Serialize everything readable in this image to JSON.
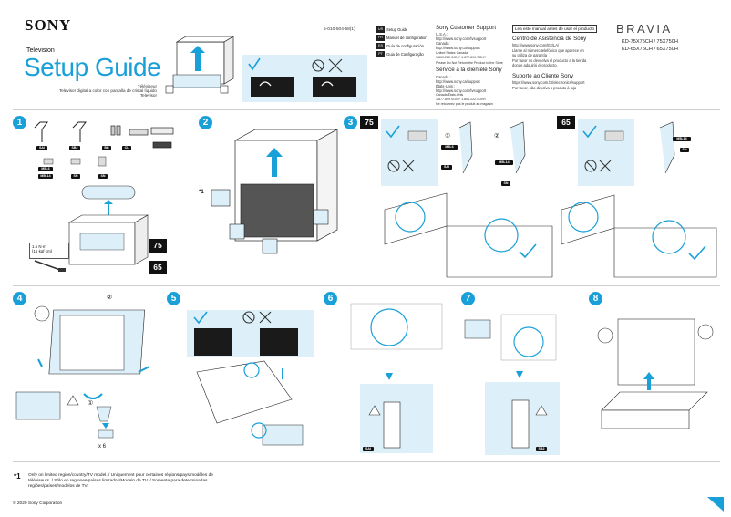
{
  "header": {
    "brand": "SONY",
    "product_type": "Television",
    "title": "Setup Guide",
    "subtitle_lines": [
      "Téléviseur",
      "Televisor digital a color con pantalla de cristal líquido",
      "Televisor"
    ],
    "part_number": "5-010-504-58(1)",
    "series": "BRAVIA",
    "models": [
      "KD-75X75CH / 75X750H",
      "KD-65X75CH / 65X750H"
    ]
  },
  "languages": [
    {
      "code": "US",
      "label": "Setup Guide"
    },
    {
      "code": "FR",
      "label": "Manuel de configuration"
    },
    {
      "code": "ES",
      "label": "Guía de configuración"
    },
    {
      "code": "PT",
      "label": "Guia de Configuração"
    }
  ],
  "support": {
    "us_title": "Sony Customer Support",
    "us_lines": [
      "U.S.A.:",
      "http://www.sony.com/tvsupport",
      "Canada:",
      "http://www.sony.ca/support"
    ],
    "phone_row": [
      "United States   Canada",
      "1.800.222.SONY      1.877.899.SONY"
    ],
    "return_note": "Please Do Not Return the Product to the Store",
    "fr_title": "Service à la clientèle Sony",
    "fr_lines": [
      "Canada :",
      "http://www.sony.ca/support",
      "États-Unis :",
      "http://www.sony.com/tvsupport",
      "Canada                 États-Unis",
      "1.877.899.SONY        1.800.222.SONY",
      "Ne retournez pas le produit au magasin"
    ],
    "es_box": "Lea este manual antes de usar el producto",
    "es_title": "Centro de Asistencia de Sony",
    "es_lines": [
      "http://www.sony.com/ES/LA/",
      "Llame al número telefónico que aparece en",
      "su póliza de garantía",
      "Por favor no devuelva el producto a la tienda",
      "donde adquirió el producto."
    ],
    "pt_title": "Suporte ao Cliente Sony",
    "pt_lines": [
      "https://www.sony.com.br/electronics/support",
      "Por favor, não devolva o produto à loja"
    ]
  },
  "steps": [
    "1",
    "2",
    "3",
    "4",
    "5",
    "6",
    "7",
    "8"
  ],
  "step1": {
    "part_tags": [
      "SAI",
      "SB2",
      "BB",
      "CL",
      "M5L6",
      "M5L14",
      "SN",
      "SN"
    ],
    "screw_note": "1.5 N·m\n{15 kgf·cm}",
    "sizes": [
      "75",
      "65"
    ]
  },
  "step2": {
    "note_mark": "*1"
  },
  "step3": {
    "sizes": [
      "75",
      "65"
    ],
    "tags": [
      "M5L6",
      "SAI",
      "M5L14",
      "SN",
      "M5L14",
      "SN"
    ],
    "labels": [
      "①",
      "②"
    ]
  },
  "step4": {
    "count_label": "x 6",
    "labels": [
      "①",
      "②"
    ]
  },
  "step6": {
    "tag": "SAI"
  },
  "step7": {
    "tag": "SB2"
  },
  "footnote": {
    "mark": "*1",
    "text_lines": [
      "Only on limited region/country/TV model. / Uniquement pour certaines régions/pays/modèles de",
      "téléviseurs. / Sólo en regiones/países limitados/Modelo de TV. / Somente para determinadas",
      "regiões/países/modelos de TV."
    ]
  },
  "copyright": "© 2020 Sony Corporation",
  "colors": {
    "accent": "#1aa0d8",
    "panel": "#ddf0f9",
    "ink": "#111111"
  }
}
